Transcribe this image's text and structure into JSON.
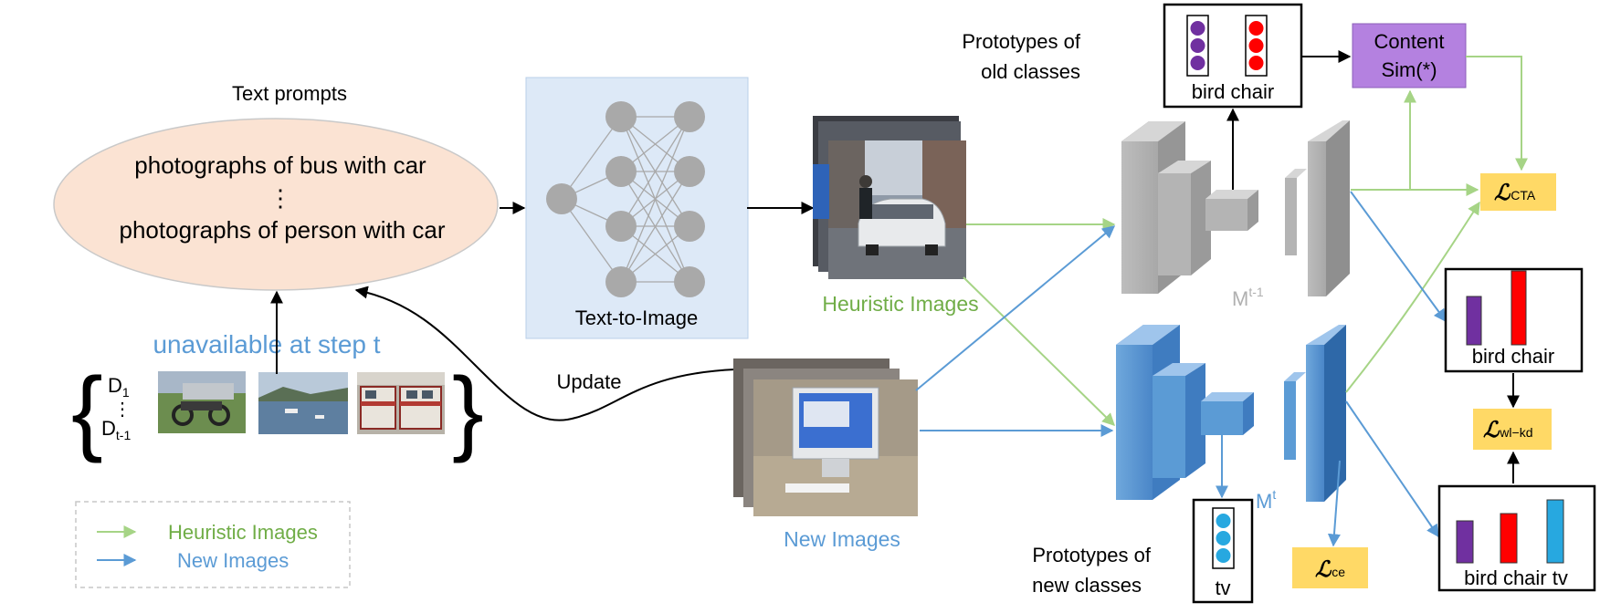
{
  "text_prompts": {
    "title": "Text prompts",
    "line1": "photographs of bus with car",
    "ellipsis": "⋮",
    "line2": "photographs of person with car"
  },
  "unavailable": {
    "title": "unavailable at step t",
    "d1": "D",
    "d1_sub": "1",
    "dots": "⋮",
    "dt": "D",
    "dt_sub": "t-1"
  },
  "update_label": "Update",
  "text_to_image_label": "Text-to-Image",
  "heuristic_images_label": "Heuristic Images",
  "new_images_label": "New Images",
  "prototypes_old": {
    "line1": "Prototypes of",
    "line2": "old classes",
    "labels": "bird chair"
  },
  "prototypes_new": {
    "line1": "Prototypes of",
    "line2": "new classes",
    "labels": "tv"
  },
  "content_sim": {
    "line1": "Content",
    "line2": "Sim(*)"
  },
  "model_old": {
    "base": "M",
    "sup": "t-1"
  },
  "model_new": {
    "base": "M",
    "sup": "t"
  },
  "losses": {
    "cta": {
      "symbol": "ℒ",
      "sub": "CTA"
    },
    "wlkd": {
      "symbol": "ℒ",
      "sub": "wl−kd"
    },
    "ce": {
      "symbol": "ℒ",
      "sub": "ce"
    }
  },
  "bars_old_labels": "bird chair",
  "bars_new_labels": "bird chair tv",
  "legend": {
    "heuristic": "Heuristic Images",
    "new": "New Images"
  },
  "colors": {
    "green_arrow": "#a6d486",
    "blue_arrow": "#5b9bd5",
    "ellipse_fill": "#fbe3d3",
    "t2i_fill": "#dde9f7",
    "content_sim_fill": "#b481e0",
    "loss_fill": "#ffd966",
    "purple": "#7030a0",
    "red": "#ff0000",
    "cyan": "#27a8e0",
    "green_text": "#70ad47",
    "blue_text": "#5b9bd5"
  }
}
